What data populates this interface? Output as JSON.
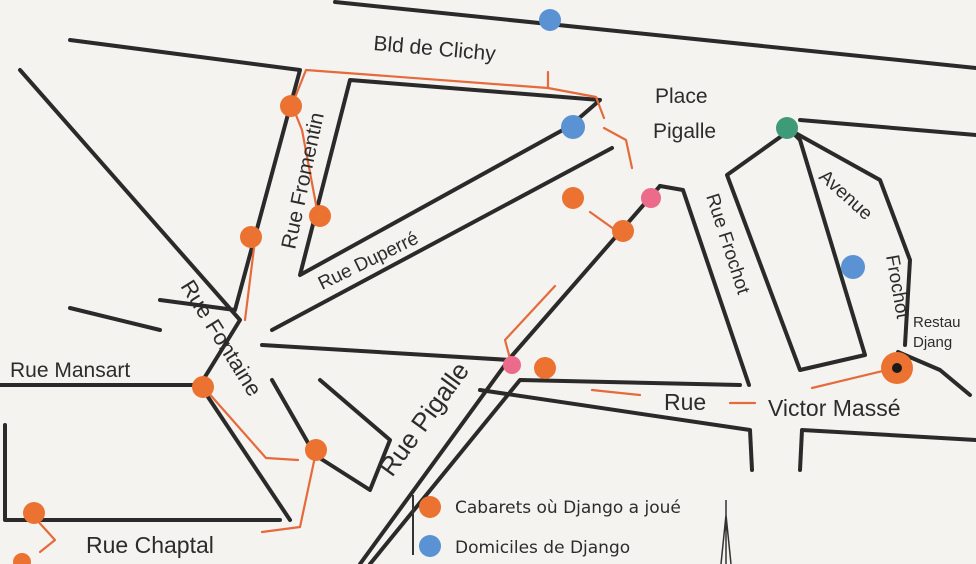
{
  "map": {
    "streets": {
      "bld_clichy": "Bld de Clichy",
      "place_pigalle_1": "Place",
      "place_pigalle_2": "Pigalle",
      "rue_fromentin": "Rue Fromentin",
      "rue_duperre": "Rue Duperré",
      "rue_fontaine": "Rue Fontaine",
      "rue_mansart": "Rue Mansart",
      "rue_pigalle": "Rue Pigalle",
      "rue_frochot": "Rue Frochot",
      "avenue": "Avenue",
      "frochot": "Frochot",
      "rue_word": "Rue",
      "victor_masse": "Victor Massé",
      "rue_chaptal": "Rue Chaptal",
      "restau_1": "Restau",
      "restau_2": "Djang"
    },
    "legend": [
      {
        "label": "Cabarets où Django a joué",
        "color": "#ec7232"
      },
      {
        "label": "Domiciles de Django",
        "color": "#5b92d3"
      }
    ],
    "colors": {
      "cabaret": "#ec7232",
      "domicile": "#5b92d3",
      "pink": "#ec6a8a",
      "green": "#3f9a78",
      "route": "#e56a3c"
    }
  }
}
